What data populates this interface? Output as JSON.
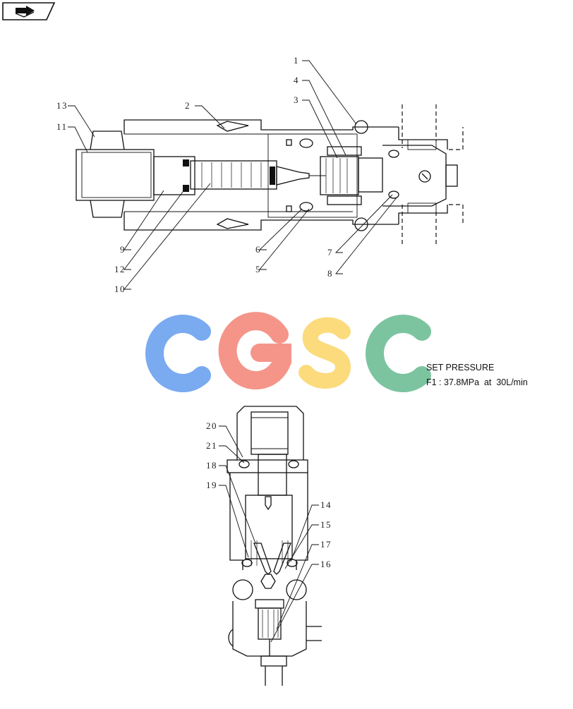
{
  "header": {
    "icon": "arrow-right-icon"
  },
  "watermark": {
    "text": "CGSC",
    "colors": [
      "#7aaaf0",
      "#f5958a",
      "#fbdb7c",
      "#7cc4a0"
    ]
  },
  "spec": {
    "title": "SET PRESSURE",
    "line": "F1 : 37.8MPa  at  30L/min"
  },
  "callouts_top": [
    "1",
    "4",
    "3",
    "2",
    "13",
    "11",
    "9",
    "12",
    "10",
    "6",
    "5",
    "7",
    "8"
  ],
  "callouts_bottom": [
    "20",
    "21",
    "18",
    "19",
    "14",
    "15",
    "17",
    "16"
  ]
}
